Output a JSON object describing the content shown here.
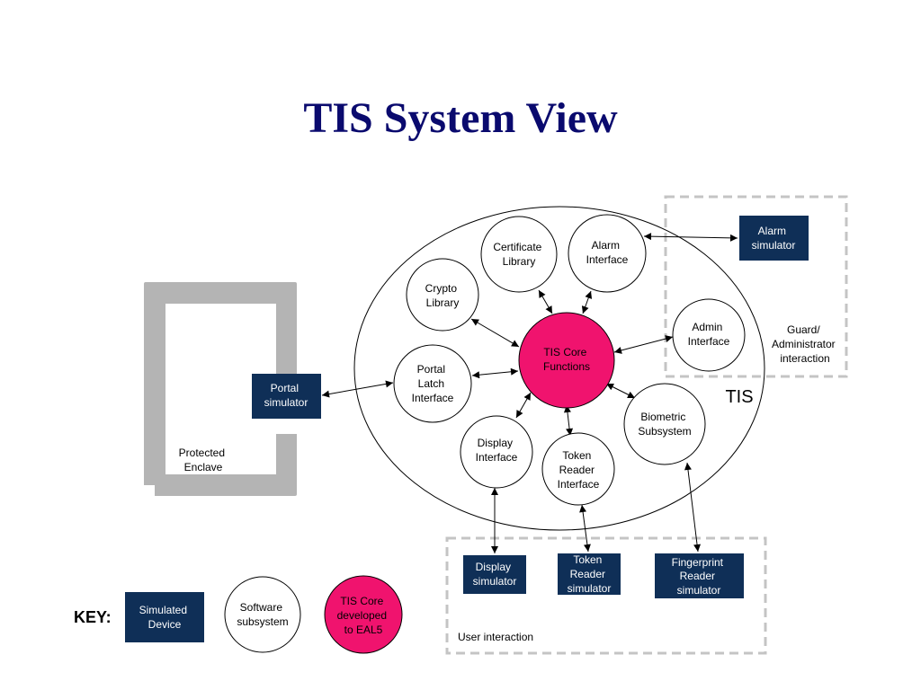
{
  "title": "TIS System View",
  "colors": {
    "title": "#0a0a6e",
    "simulated_device": "#0f2f57",
    "core": "#f0136e",
    "enclave_wall": "#b4b4b4",
    "dashed_border": "#c4c4c4"
  },
  "tis_label": "TIS",
  "enclave_label": [
    "Protected",
    "Enclave"
  ],
  "guard_label": [
    "Guard/",
    "Administrator",
    "interaction"
  ],
  "user_label": "User interaction",
  "core": [
    "TIS Core",
    "Functions"
  ],
  "subsystems": {
    "certificate_library": [
      "Certificate",
      "Library"
    ],
    "alarm_interface": [
      "Alarm",
      "Interface"
    ],
    "crypto_library": [
      "Crypto",
      "Library"
    ],
    "admin_interface": [
      "Admin",
      "Interface"
    ],
    "portal_latch_interface": [
      "Portal",
      "Latch",
      "Interface"
    ],
    "biometric_subsystem": [
      "Biometric",
      "Subsystem"
    ],
    "display_interface": [
      "Display",
      "Interface"
    ],
    "token_reader_interface": [
      "Token",
      "Reader",
      "Interface"
    ]
  },
  "simulators": {
    "alarm": [
      "Alarm",
      "simulator"
    ],
    "portal": [
      "Portal",
      "simulator"
    ],
    "display": [
      "Display",
      "simulator"
    ],
    "token_reader": [
      "Token",
      "Reader",
      "simulator"
    ],
    "fingerprint_reader": [
      "Fingerprint",
      "Reader",
      "simulator"
    ]
  },
  "key": {
    "label": "KEY:",
    "simulated_device": [
      "Simulated",
      "Device"
    ],
    "software_subsystem": [
      "Software",
      "subsystem"
    ],
    "core": [
      "TIS Core",
      "developed",
      "to EAL5"
    ]
  }
}
